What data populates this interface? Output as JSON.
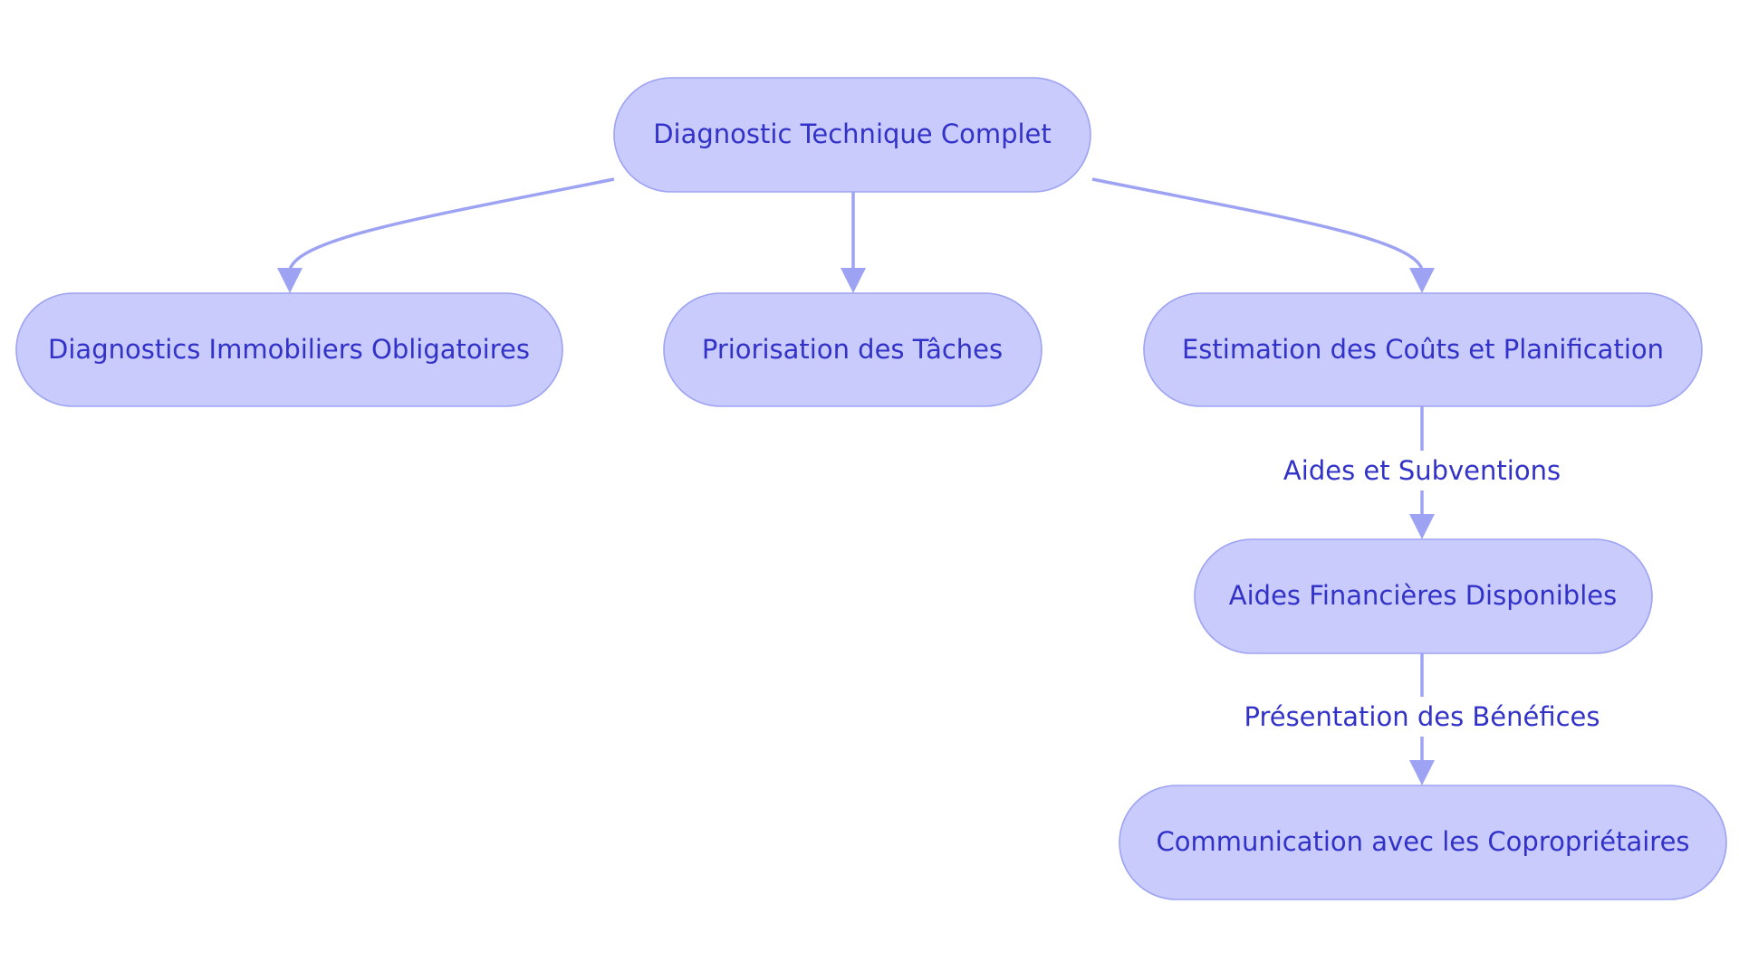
{
  "colors": {
    "node_fill": "#c8cbfc",
    "node_stroke": "#9da3f2",
    "text": "#3232c8",
    "edge": "#9da3f2",
    "background": "#ffffff"
  },
  "nodes": {
    "root": {
      "label": "Diagnostic Technique Complet"
    },
    "diagnostics": {
      "label": "Diagnostics Immobiliers Obligatoires"
    },
    "priorisation": {
      "label": "Priorisation des Tâches"
    },
    "estimation": {
      "label": "Estimation des Coûts et Planification"
    },
    "aides": {
      "label": "Aides Financières Disponibles"
    },
    "communication": {
      "label": "Communication avec les Copropriétaires"
    }
  },
  "edges": [
    {
      "id": "root-diagnostics",
      "from": "root",
      "to": "diagnostics",
      "label": ""
    },
    {
      "id": "root-priorisation",
      "from": "root",
      "to": "priorisation",
      "label": ""
    },
    {
      "id": "root-estimation",
      "from": "root",
      "to": "estimation",
      "label": ""
    },
    {
      "id": "estimation-aides",
      "from": "estimation",
      "to": "aides",
      "label": "Aides et Subventions"
    },
    {
      "id": "aides-communication",
      "from": "aides",
      "to": "communication",
      "label": "Présentation des Bénéfices"
    }
  ]
}
